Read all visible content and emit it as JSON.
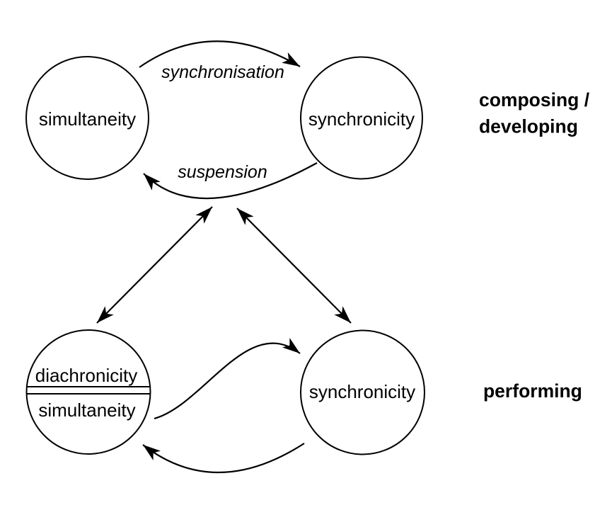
{
  "colors": {
    "background": "#ffffff",
    "stroke": "#000000",
    "text": "#000000"
  },
  "nodes": {
    "top_left": {
      "label": "simultaneity"
    },
    "top_right": {
      "label": "synchronicity"
    },
    "bottom_left": {
      "top_label": "diachronicity",
      "bottom_label": "simultaneity"
    },
    "bottom_right": {
      "label": "synchronicity"
    }
  },
  "edge_labels": {
    "synchronisation": "synchronisation",
    "suspension": "suspension"
  },
  "row_labels": {
    "composing_line1": "composing /",
    "composing_line2": "developing",
    "performing": "performing"
  }
}
